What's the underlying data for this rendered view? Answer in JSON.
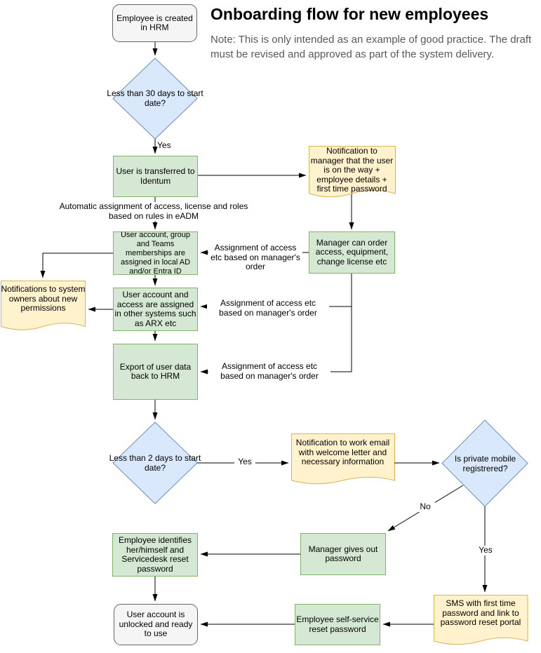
{
  "header": {
    "title": "Onboarding flow for new employees",
    "note": "Note: This is only intended as an example of good practice. The draft must be revised and approved as part of the system delivery."
  },
  "colors": {
    "process_fill": "#d5e8d4",
    "process_border": "#82b366",
    "decision_fill": "#dae8fc",
    "decision_border": "#6c8ebf",
    "note_fill": "#fff2cc",
    "note_border": "#d6b656",
    "terminator_fill": "#f5f5f5",
    "terminator_border": "#666666",
    "connector": "#000000",
    "title_text": "#000000",
    "note_text": "#595959"
  },
  "nodes": {
    "start_hrm": "Employee is created in HRM",
    "decision_30_days": "Less than 30 days to start date?",
    "transfer_identum": "User is transferred to Identum",
    "note_manager_notification": "Notification to manager that the user is on the way + employee details + first time password",
    "manager_order": "Manager can order access, equipment, change license etc",
    "ad_entra_assignment": "User account, group and Teams memberships are assigned in local AD and/or Entra ID",
    "note_system_owners": "Notifications to system owners about new permissions",
    "other_systems_assignment": "User account and access are assigned in other systems such as ARX etc",
    "export_hrm": "Export of user data back to HRM",
    "decision_2_days": "Less than 2 days to start date?",
    "note_work_email": "Notification to work email with welcome letter and necessary information",
    "decision_private_mobile": "Is private mobile registrered?",
    "manager_gives_password": "Manager gives out password",
    "employee_identifies": "Employee identifies her/himself and Servicedesk reset password",
    "account_unlocked": "User account is unlocked and ready to use",
    "self_service_reset": "Employee self-service reset password",
    "note_sms": "SMS with first time password and link to password reset portal"
  },
  "edge_labels": {
    "yes_30_days": "Yes",
    "auto_assignment": "Automatic assignment of access, license and roles based on rules in eADM",
    "assignment_order_1": "Assignment of access etc based on manager's order",
    "assignment_order_2": "Assignment of access etc based on manager's order",
    "assignment_order_3": "Assignment of access etc based on manager's order",
    "yes_2_days": "Yes",
    "no_private_mobile": "No",
    "yes_private_mobile": "Yes"
  }
}
